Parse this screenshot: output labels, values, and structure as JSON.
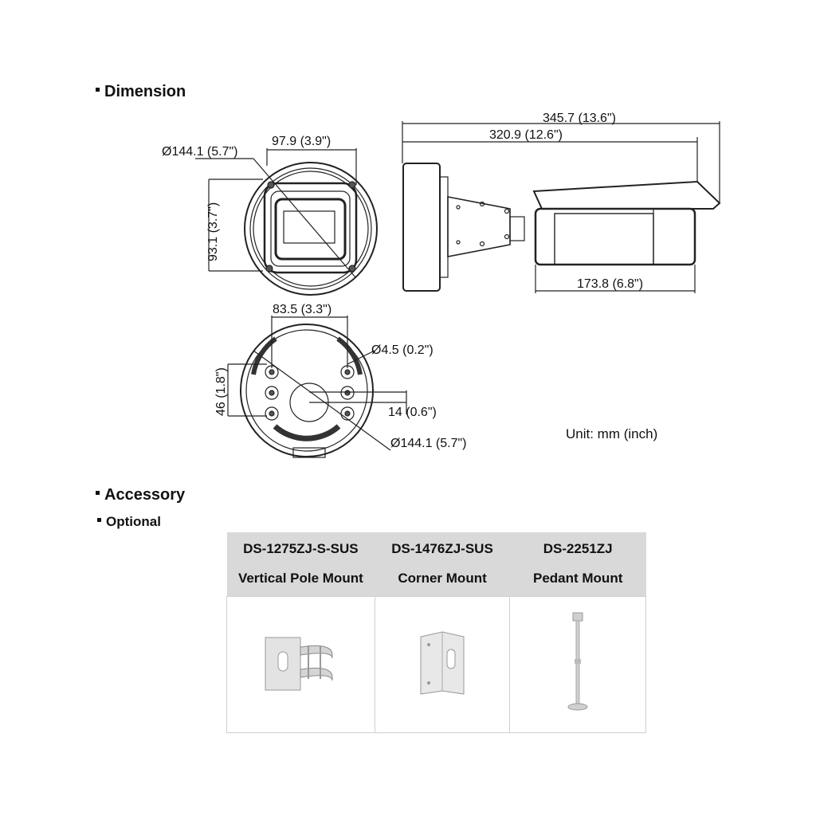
{
  "dimension": {
    "title": "Dimension",
    "labels": {
      "front_diameter": "Ø144.1 (5.7\")",
      "front_width": "97.9 (3.9\")",
      "front_height": "93.1 (3.7\")",
      "side_total": "345.7 (13.6\")",
      "side_body": "320.9 (12.6\")",
      "side_housing": "173.8 (6.8\")",
      "base_width": "83.5 (3.3\")",
      "base_height": "46 (1.8\")",
      "base_hole": "Ø4.5 (0.2\")",
      "base_offset": "14 (0.6\")",
      "base_diameter": "Ø144.1 (5.7\")"
    },
    "unit": "Unit: mm (inch)"
  },
  "accessory": {
    "title": "Accessory",
    "optional": "Optional",
    "items": [
      {
        "model": "DS-1275ZJ-S-SUS",
        "name": "Vertical Pole Mount",
        "icon": "vertical-pole-mount-icon"
      },
      {
        "model": "DS-1476ZJ-SUS",
        "name": "Corner Mount",
        "icon": "corner-mount-icon"
      },
      {
        "model": "DS-2251ZJ",
        "name": "Pedant Mount",
        "icon": "pendant-mount-icon"
      }
    ]
  }
}
